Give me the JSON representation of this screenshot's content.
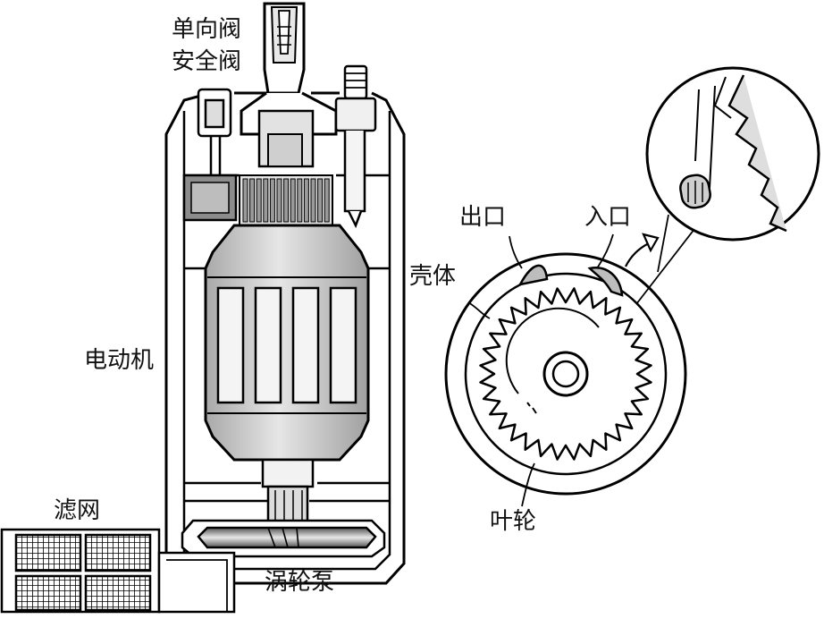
{
  "labels": {
    "check_valve": "单向阀",
    "safety_valve": "安全阀",
    "motor": "电动机",
    "filter": "滤网",
    "vortex_pump": "涡轮泵",
    "outlet": "出口",
    "inlet": "入口",
    "housing": "壳体",
    "impeller": "叶轮"
  },
  "colors": {
    "ink": "#000000",
    "fill_light": "#dedede",
    "fill_mid": "#bdbdbd",
    "fill_dark": "#8a8a8a",
    "background": "#ffffff"
  },
  "impeller": {
    "teeth": 32
  }
}
